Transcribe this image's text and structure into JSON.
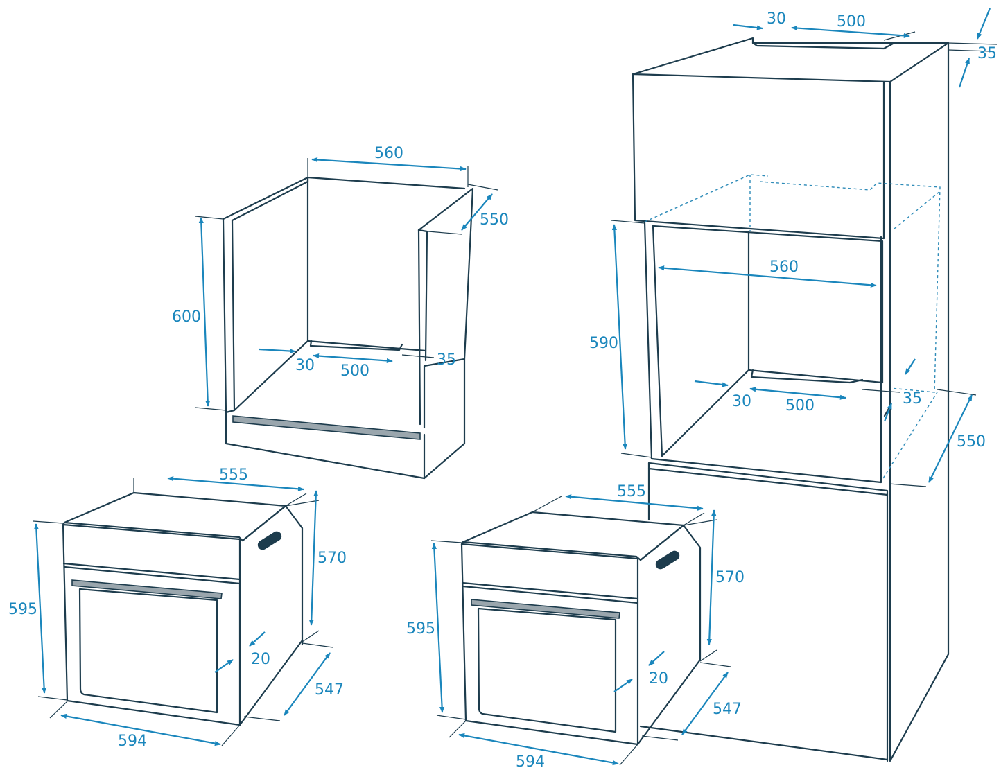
{
  "cabinet_under_counter": {
    "width": "560",
    "depth": "550",
    "height": "600",
    "inset_left": "30",
    "slot_width": "500",
    "inset_back": "35"
  },
  "oven_left": {
    "top_width": "555",
    "body_height": "570",
    "front_height": "595",
    "front_width": "594",
    "body_depth": "547",
    "front_thickness": "20"
  },
  "cabinet_tall": {
    "top_inset": "30",
    "top_slot": "500",
    "top_back": "35",
    "niche_width": "560",
    "niche_height": "590",
    "inset_left": "30",
    "slot_width": "500",
    "inset_back": "35",
    "depth": "550"
  },
  "oven_right": {
    "top_width": "555",
    "body_height": "570",
    "front_height": "595",
    "front_width": "594",
    "body_depth": "547",
    "front_thickness": "20"
  }
}
